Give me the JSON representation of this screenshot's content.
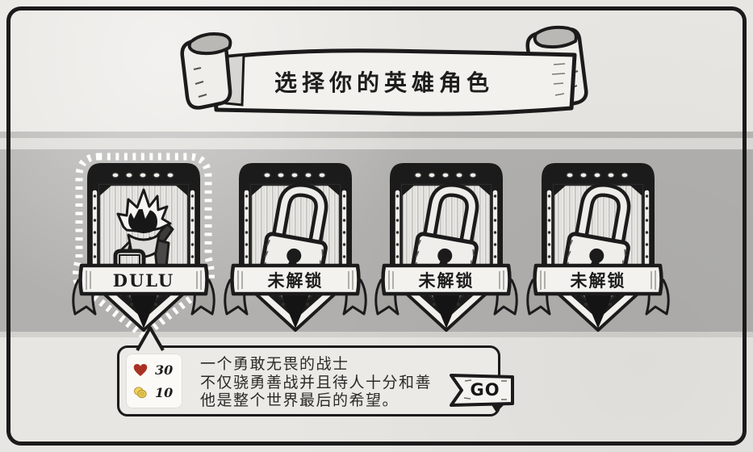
{
  "header": {
    "title": "选择你的英雄角色"
  },
  "badges": [
    {
      "label": "DULU",
      "state": "selected",
      "content": "character"
    },
    {
      "label": "未解锁",
      "state": "locked",
      "content": "lock"
    },
    {
      "label": "未解锁",
      "state": "locked",
      "content": "lock"
    },
    {
      "label": "未解锁",
      "state": "locked",
      "content": "lock"
    }
  ],
  "info": {
    "stats": [
      {
        "icon": "heart-icon",
        "value": "30"
      },
      {
        "icon": "coins-icon",
        "value": "10"
      }
    ],
    "description": {
      "lines": [
        "一个勇敢无畏的战士",
        "不仅骁勇善战并且待人十分和善",
        "他是整个世界最后的希望。"
      ]
    },
    "go_label": "GO"
  },
  "colors": {
    "paper": "#e8e6e2",
    "band_gray": "#b1b0ae",
    "ink": "#1b1b1b",
    "heart_red": "#a93123",
    "coin_gold": "#e7c84e",
    "banner_white": "#f2f1ed"
  }
}
